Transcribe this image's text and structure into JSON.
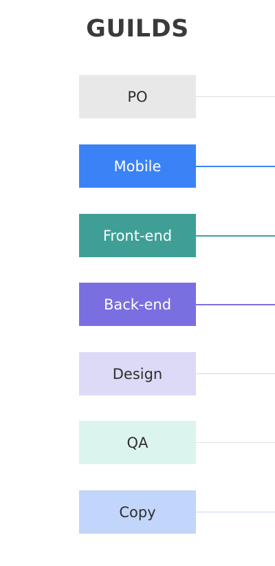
{
  "title": "GUILDS",
  "guilds": [
    {
      "label": "PO",
      "bg": "#e8e8e9",
      "fg": "#2e2e2e",
      "line": "#dcdcdc",
      "line_width": 1
    },
    {
      "label": "Mobile",
      "bg": "#3b82f6",
      "fg": "#ffffff",
      "line": "#3b82f6",
      "line_width": 2
    },
    {
      "label": "Front-end",
      "bg": "#3f9f97",
      "fg": "#ffffff",
      "line": "#3f9f97",
      "line_width": 2
    },
    {
      "label": "Back-end",
      "bg": "#7a6fe0",
      "fg": "#ffffff",
      "line": "#7a6fe0",
      "line_width": 2
    },
    {
      "label": "Design",
      "bg": "#dcdaf6",
      "fg": "#2e2e2e",
      "line": "#d7d7d7",
      "line_width": 1
    },
    {
      "label": "QA",
      "bg": "#dbf5ee",
      "fg": "#2e2e2e",
      "line": "#d9e6e3",
      "line_width": 1
    },
    {
      "label": "Copy",
      "bg": "#c2d6fb",
      "fg": "#2e2e2e",
      "line": "#c9d8f8",
      "line_width": 1
    }
  ]
}
